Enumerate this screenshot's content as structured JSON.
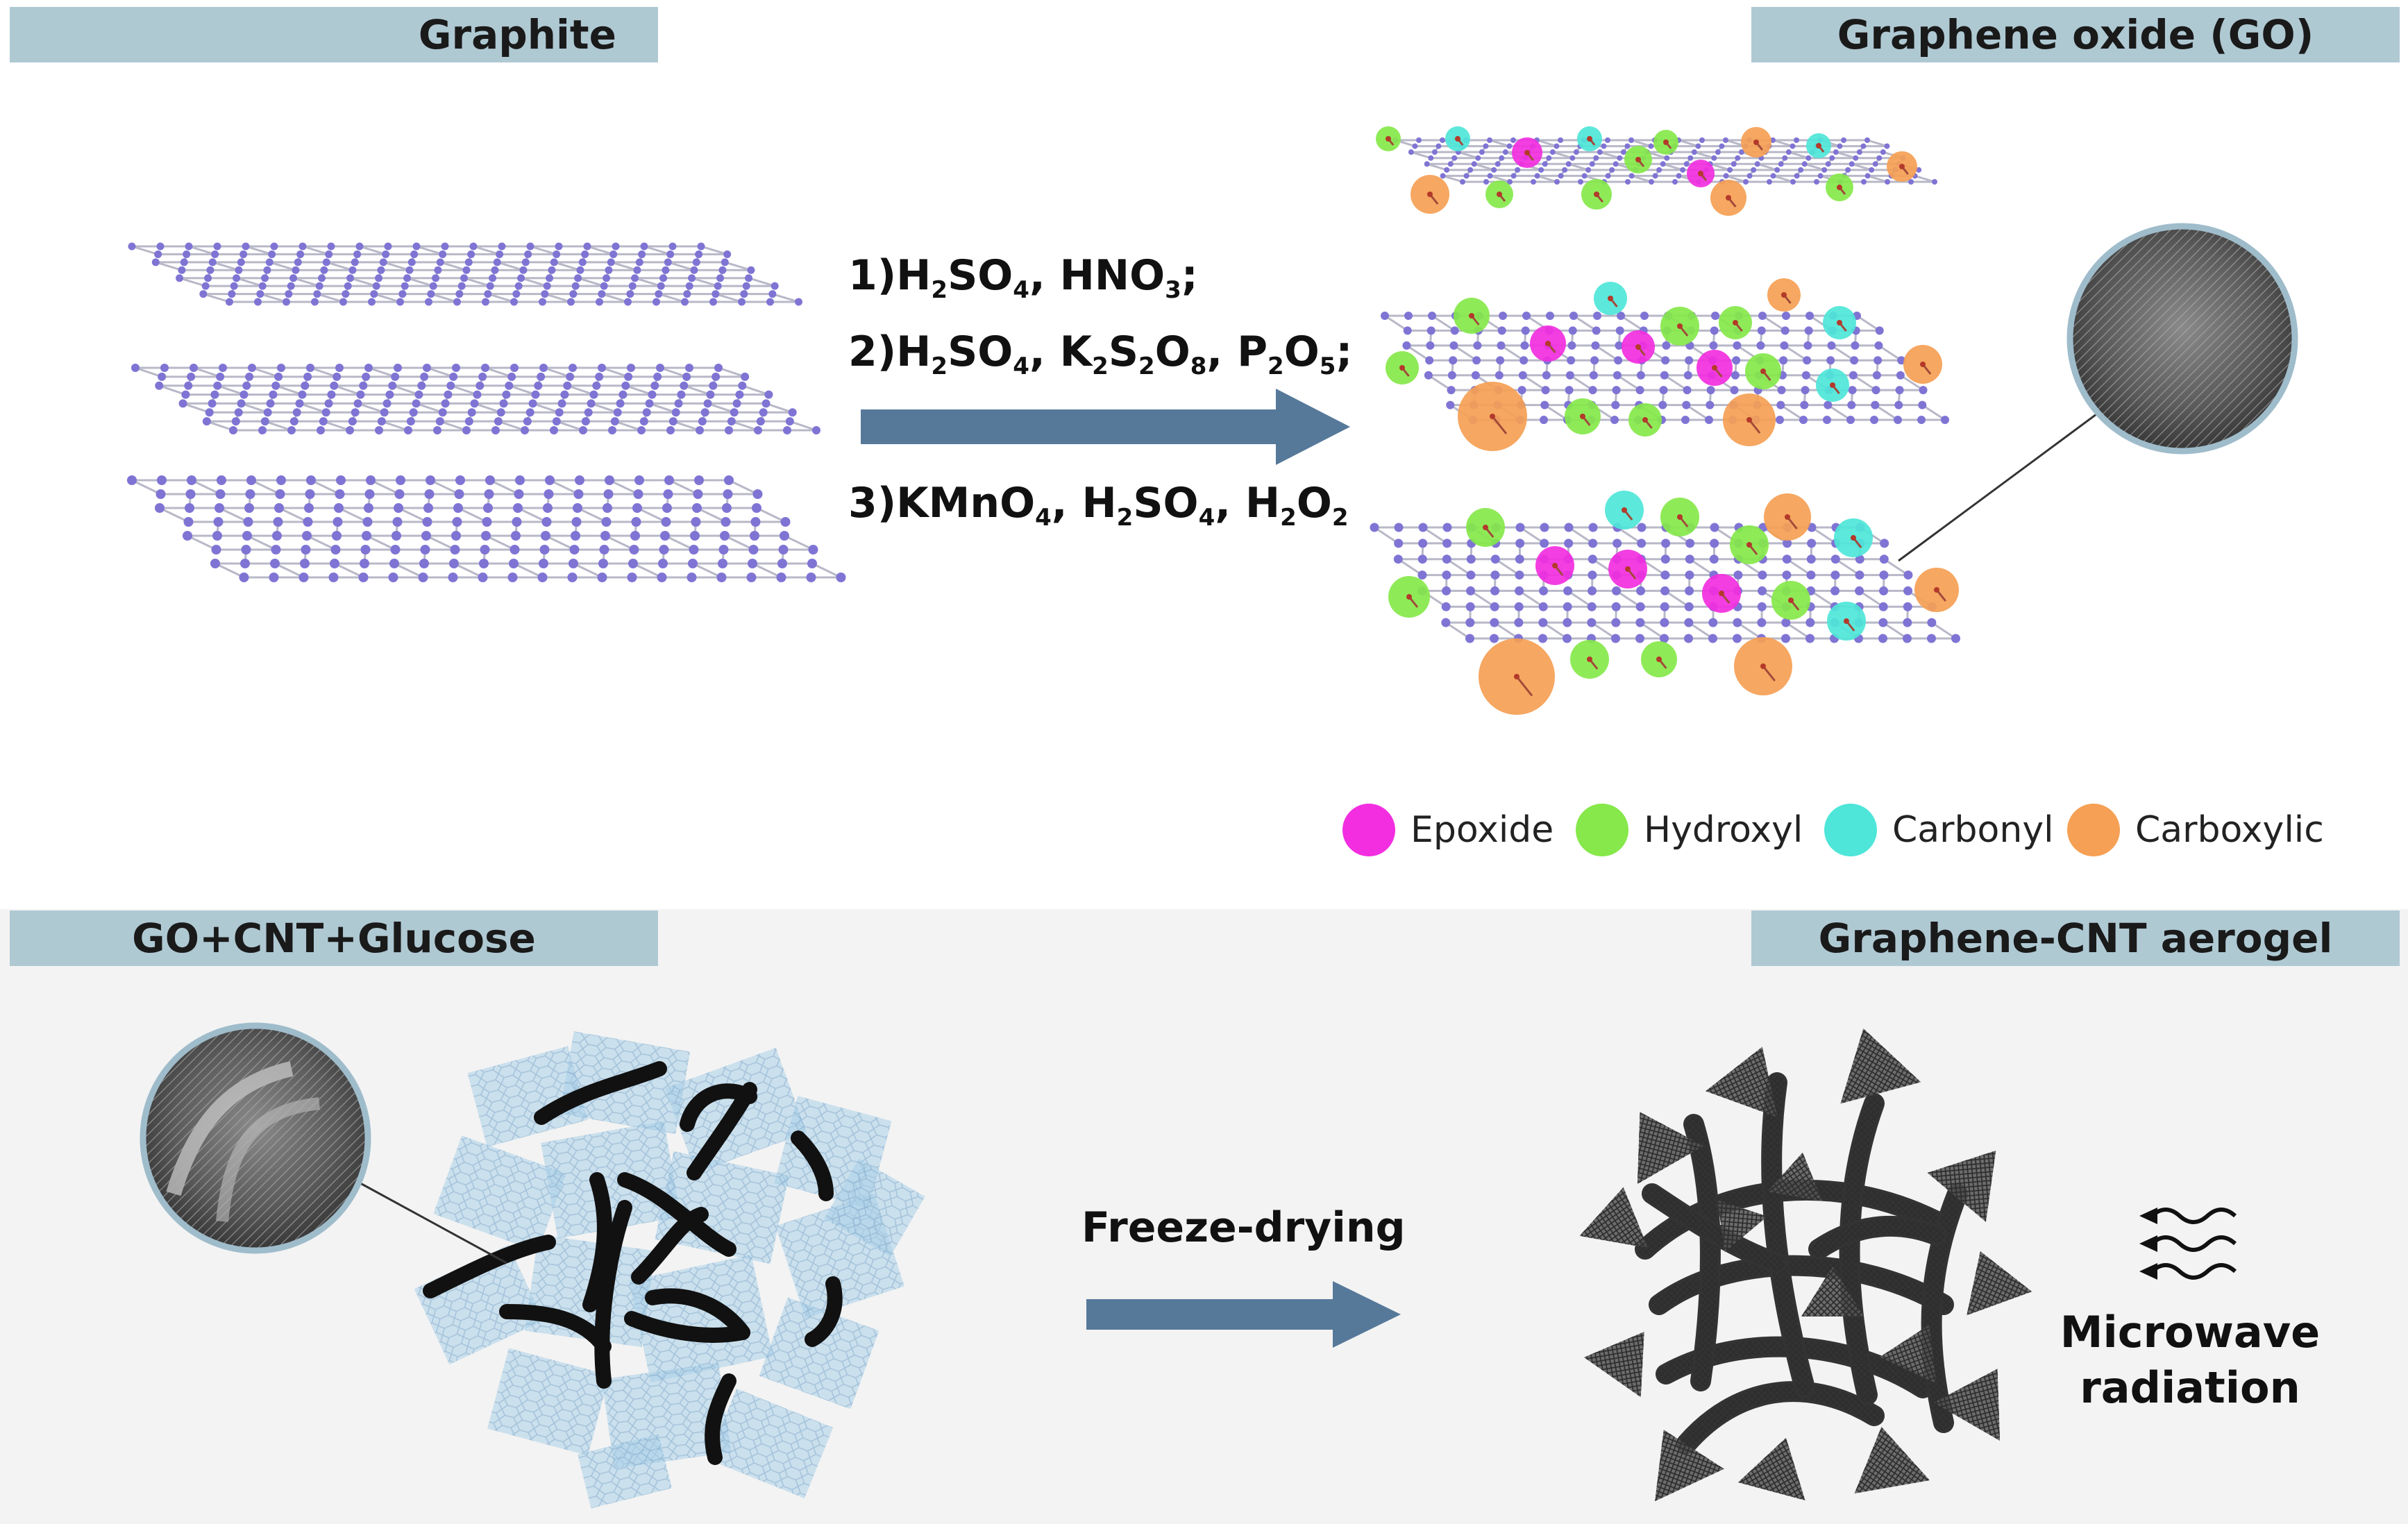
{
  "banners": {
    "graphite": "Graphite",
    "graphene_oxide": "Graphene oxide (GO)",
    "mixture": "GO+CNT+Glucose",
    "aerogel": "Graphene-CNT aerogel"
  },
  "reaction_steps": [
    {
      "prefix": "1)",
      "parts": [
        [
          "H",
          "2"
        ],
        [
          "SO",
          "4"
        ],
        [
          ", HNO",
          "3"
        ],
        [
          ";",
          ""
        ]
      ]
    },
    {
      "prefix": "2)",
      "parts": [
        [
          "H",
          "2"
        ],
        [
          "SO",
          "4"
        ],
        [
          ", K",
          "2"
        ],
        [
          "S",
          "2"
        ],
        [
          "O",
          "8"
        ],
        [
          ", P",
          "2"
        ],
        [
          "O",
          "5"
        ],
        [
          ";",
          ""
        ]
      ]
    },
    {
      "prefix": "3)",
      "parts": [
        [
          "KMnO",
          "4"
        ],
        [
          ", H",
          "2"
        ],
        [
          "SO",
          "4"
        ],
        [
          ", H",
          "2"
        ],
        [
          "O",
          "2"
        ]
      ]
    }
  ],
  "legend": [
    {
      "label": "Epoxide",
      "color": "#f22ee0"
    },
    {
      "label": "Hydroxyl",
      "color": "#86e84a"
    },
    {
      "label": "Carbonyl",
      "color": "#4ee6d8"
    },
    {
      "label": "Carboxylic",
      "color": "#f5a054"
    }
  ],
  "process_label": "Freeze-drying",
  "radiation_label_line1": "Microwave",
  "radiation_label_line2": "radiation",
  "colors": {
    "banner": "#afc9d3",
    "arrow": "#56799a",
    "lattice": "#7f74d4",
    "bond": "#b8b8c8",
    "sheet_blue": "#a9cfe8",
    "cnt": "#111111"
  }
}
